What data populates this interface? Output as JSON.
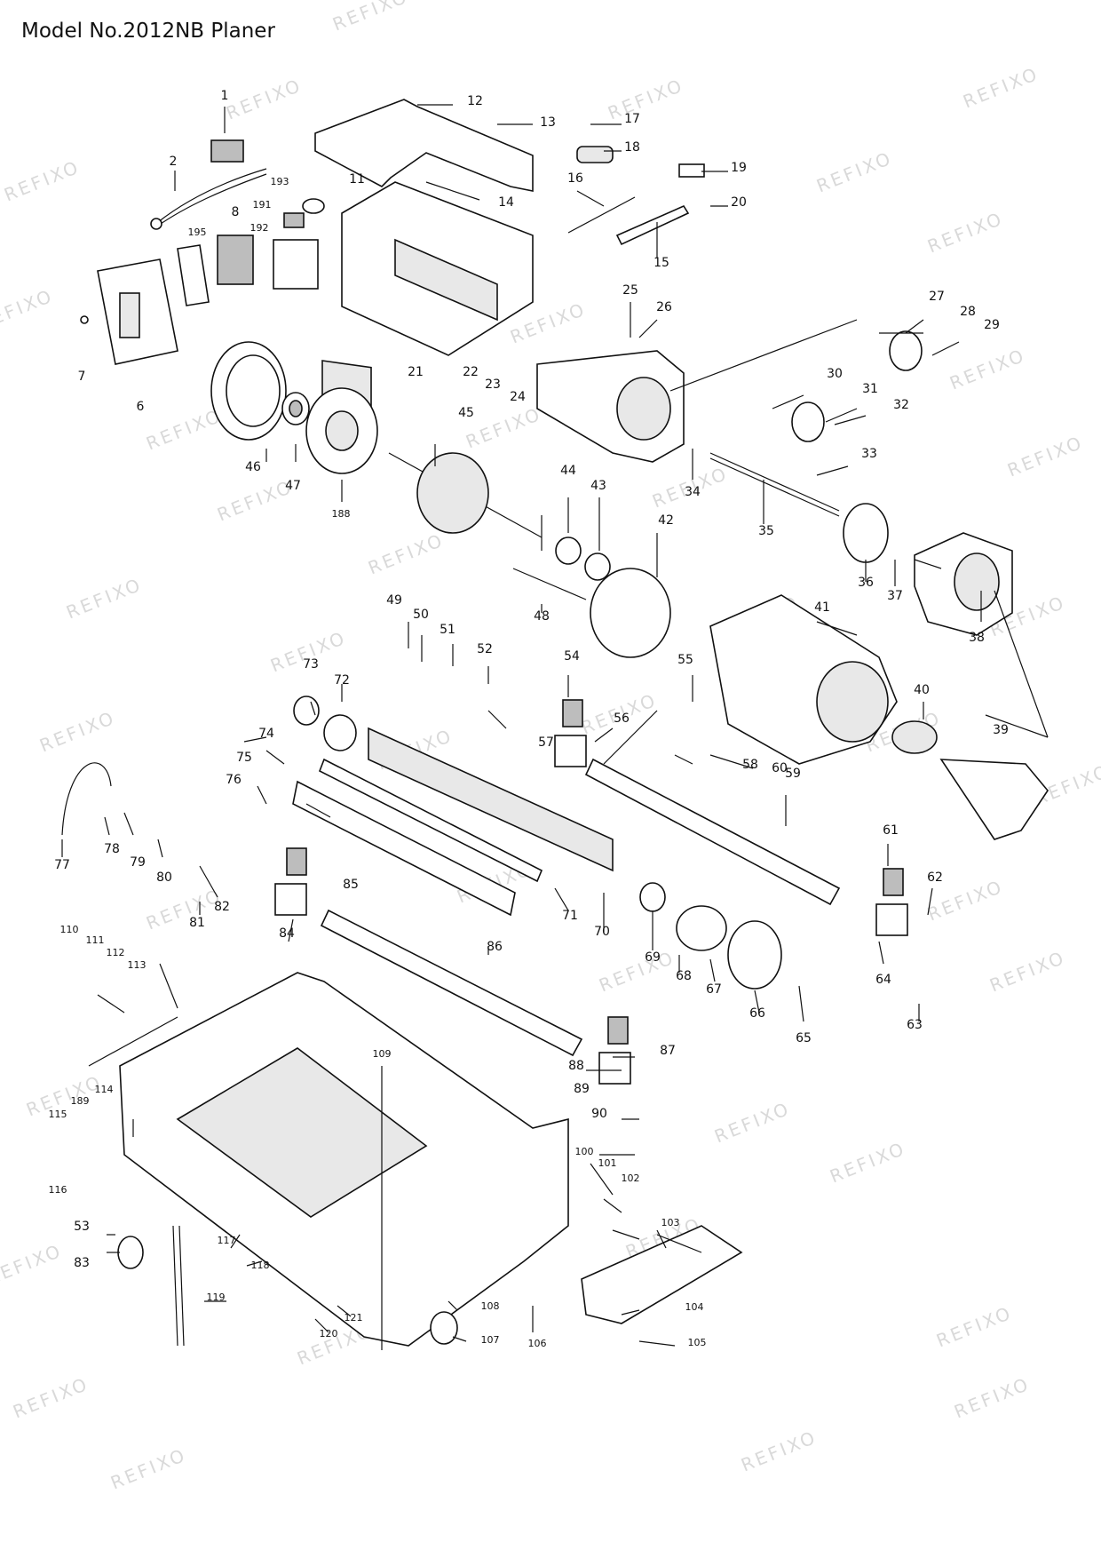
{
  "title": "Model No.2012NB Planer",
  "watermark": "REFIXO",
  "parts": [
    "1",
    "2",
    "6",
    "7",
    "8",
    "11",
    "12",
    "13",
    "14",
    "15",
    "16",
    "17",
    "18",
    "19",
    "20",
    "21",
    "22",
    "23",
    "24",
    "25",
    "26",
    "27",
    "28",
    "29",
    "30",
    "31",
    "32",
    "33",
    "34",
    "35",
    "36",
    "37",
    "38",
    "39",
    "40",
    "41",
    "42",
    "43",
    "44",
    "45",
    "46",
    "47",
    "48",
    "49",
    "50",
    "51",
    "52",
    "53",
    "54",
    "55",
    "56",
    "57",
    "58",
    "59",
    "60",
    "61",
    "62",
    "63",
    "64",
    "65",
    "66",
    "67",
    "68",
    "69",
    "70",
    "71",
    "72",
    "73",
    "74",
    "75",
    "76",
    "77",
    "78",
    "79",
    "80",
    "81",
    "82",
    "83",
    "84",
    "85",
    "86",
    "87",
    "88",
    "89",
    "90",
    "100",
    "101",
    "102",
    "103",
    "104",
    "105",
    "106",
    "107",
    "108",
    "109",
    "110",
    "111",
    "112",
    "113",
    "114",
    "115",
    "116",
    "117",
    "118",
    "119",
    "120",
    "121",
    "188",
    "189",
    "191",
    "192",
    "193",
    "195"
  ]
}
